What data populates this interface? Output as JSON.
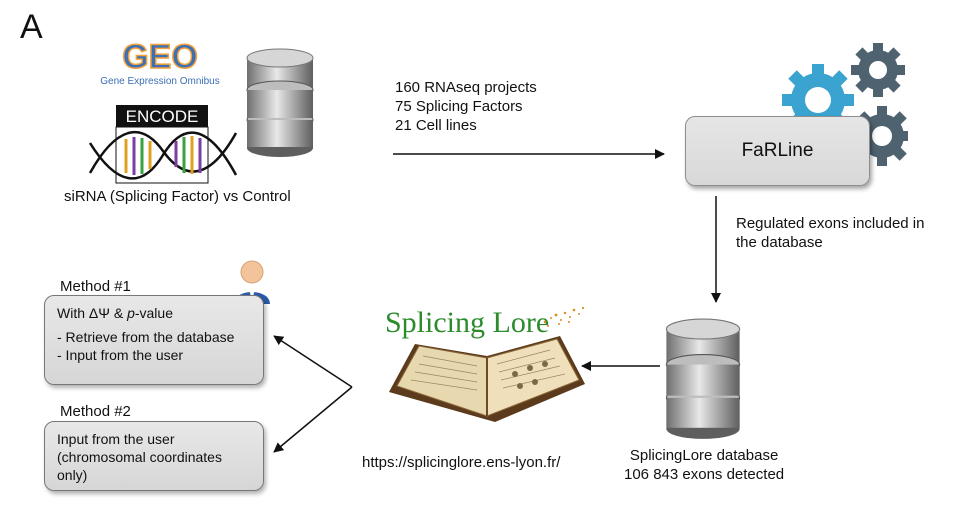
{
  "panel_letter": "A",
  "sources": {
    "geo_logo_text": "GEO",
    "geo_subtitle": "Gene Expression Omnibus",
    "encode_logo_text": "ENCODE",
    "caption": "siRNA (Splicing Factor) vs Control"
  },
  "stats": [
    "160 RNAseq projects",
    "75 Splicing Factors",
    "21 Cell lines"
  ],
  "farline": {
    "label": "FaRLine"
  },
  "regulated": [
    "Regulated exons included in",
    "the database"
  ],
  "database": {
    "caption_lines": [
      "SplicingLore database",
      "106 843 exons detected"
    ]
  },
  "splicinglore": {
    "logo_text": "Splicing Lore",
    "url": "https://splicinglore.ens-lyon.fr/"
  },
  "method1": {
    "title": "Method #1",
    "header_prefix": "With ΔΨ & ",
    "header_italic": "p",
    "header_suffix": "-value",
    "items": [
      "- Retrieve from the database",
      "- Input from the user"
    ]
  },
  "method2": {
    "title": "Method #2",
    "lines": [
      "Input from the user",
      "(chromosomal coordinates",
      "only)"
    ]
  },
  "colors": {
    "geo_blue": "#3d6fb6",
    "geo_orange": "#f2a23a",
    "gear_blue": "#3aa3cf",
    "gear_grey": "#4f6270",
    "logo_green": "#2c8c2c",
    "logo_orange": "#e08a1e",
    "user_blue": "#2b5aa8"
  }
}
